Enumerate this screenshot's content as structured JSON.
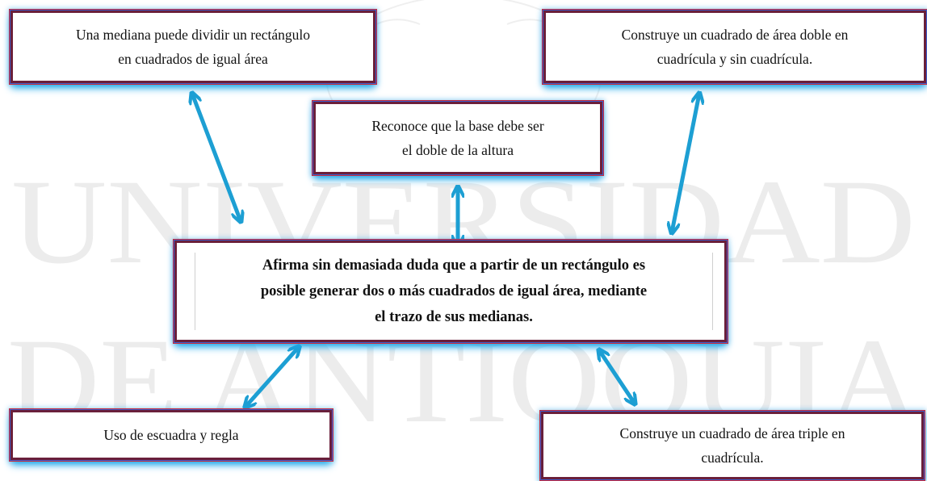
{
  "watermark": {
    "line1": "UNIVERSIDAD",
    "line2": "DE ANTIOQUIA"
  },
  "boxes": {
    "top_left": {
      "lines": [
        "Una mediana puede dividir un rectángulo",
        "en cuadrados de igual área"
      ]
    },
    "top_right": {
      "lines": [
        "Construye un cuadrado de área doble en",
        "cuadrícula y sin cuadrícula."
      ]
    },
    "middle": {
      "lines": [
        "Reconoce que la base debe ser",
        "el doble de la altura"
      ]
    },
    "center": {
      "lines": [
        "Afirma sin demasiada duda que a partir de un rectángulo es",
        "posible generar dos o más cuadrados de igual área, mediante",
        "el trazo de sus medianas."
      ]
    },
    "bottom_left": {
      "lines": [
        "Uso de escuadra y regla"
      ]
    },
    "bottom_right": {
      "lines": [
        "Construye un cuadrado de área triple en",
        "cuadrícula."
      ]
    }
  },
  "colors": {
    "arrow": "#1d9fd3",
    "box_border": "#6a1f3a",
    "box_glow": "#1fa8e8",
    "watermark": "#ececec"
  }
}
